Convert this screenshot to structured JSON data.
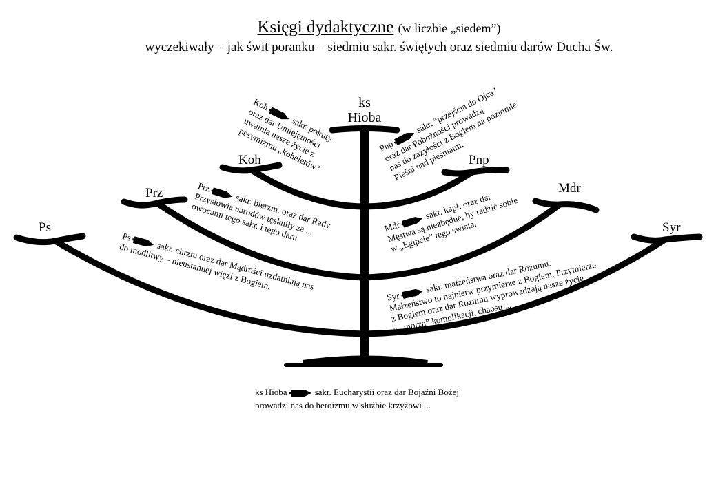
{
  "title": {
    "main": "Księgi dydaktyczne",
    "sub": "(w liczbie „siedem”)"
  },
  "subtitle": "wyczekiwały – jak świt poranku – siedmiu sakr. świętych oraz siedmiu darów Ducha Św.",
  "labels": {
    "top_line1": "ks",
    "top_line2": "Hioba",
    "koh": "Koh",
    "pnp": "Pnp",
    "prz": "Prz",
    "mdr": "Mdr",
    "ps": "Ps",
    "syr": "Syr"
  },
  "annotations": {
    "koh": {
      "abbr": "Koh",
      "l1": "sakr. pokuty",
      "l2": "oraz dar Umiejętności",
      "l3": "uwalnia nasze życie z",
      "l4": "pesymizmu „koheletów”"
    },
    "pnp": {
      "l1": "sakr. “przejścia do Ojca”",
      "abbr": "Pnp",
      "l2": "oraz dar Pobożności prowadzą",
      "l3": "nas do zażyłości z Bogiem na poziomie",
      "l4": "Pieśni nad pieśniami."
    },
    "prz": {
      "abbr": "Prz",
      "l1": "sakr. bierzm. oraz dar Rady",
      "l2": "Przysłowia narodów tęskniły za ...",
      "l3": "owocami tego sakr. i tego daru"
    },
    "mdr": {
      "abbr": "Mdr",
      "l1": "sakr. kapł. oraz dar",
      "l2": "Męstwa są niezbędne, by radzić sobie",
      "l3": "w „Egipcie” tego świata."
    },
    "ps": {
      "abbr": "Ps",
      "l1": "sakr. chrztu oraz dar Mądrości uzdatniają nas",
      "l2": "do modlitwy – nieustannej więzi z Bogiem."
    },
    "syr": {
      "abbr": "Syr",
      "l1": "sakr. małżeństwa oraz dar Rozumu.",
      "l2": "Małżeństwo to najpierw przymierze z Bogiem. Przymierze",
      "l3": "z Bogiem oraz dar Rozumu wyprowadzają nasze życie",
      "l4": "z „morza” komplikacji, chaosu ..."
    }
  },
  "bottom_note": {
    "abbr": "ks Hioba",
    "l1": "sakr. Eucharystii oraz dar Bojaźni Bożej",
    "l2": "prowadzi nas do heroizmu w służbie krzyżowi ..."
  },
  "colors": {
    "ink": "#000000",
    "background": "#ffffff"
  }
}
